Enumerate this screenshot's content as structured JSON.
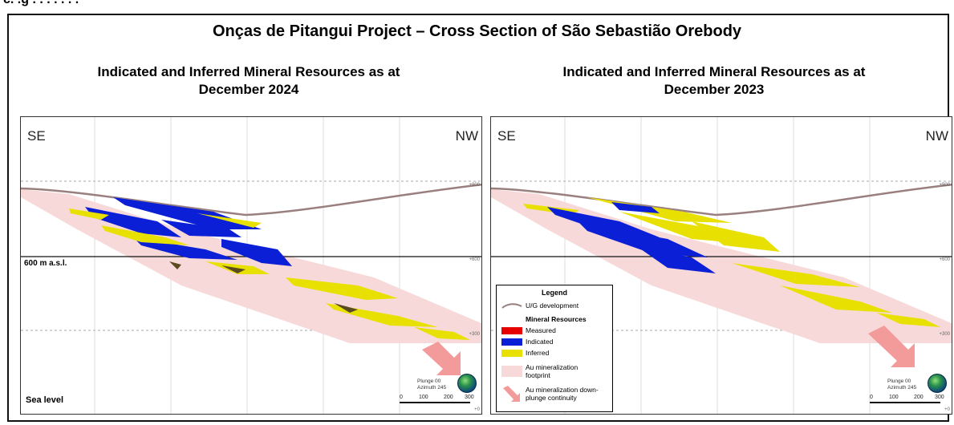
{
  "top_fragment": "c. .g . . . . . . .",
  "title": "Onças de Pitangui Project – Cross Section of São Sebastião Orebody",
  "panels": [
    {
      "title_line1": "Indicated and Inferred Mineral Resources as at",
      "title_line2": "December 2024",
      "dir_left": "SE",
      "dir_right": "NW",
      "elevation_label": "600 m a.s.l.",
      "sea_label": "Sea level",
      "elev_ticks": [
        "+900",
        "+600",
        "+300",
        "+0"
      ],
      "plunge": "Plunge 00",
      "azimuth": "Azimuth 245",
      "scale": [
        "0",
        "100",
        "200",
        "300"
      ]
    },
    {
      "title_line1": "Indicated and Inferred Mineral Resources as at",
      "title_line2": "December 2023",
      "dir_left": "SE",
      "dir_right": "NW",
      "elev_ticks": [
        "+900",
        "+600",
        "+300",
        "+0"
      ],
      "plunge": "Plunge 00",
      "azimuth": "Azimuth 245",
      "scale": [
        "0",
        "100",
        "200",
        "300"
      ]
    }
  ],
  "legend": {
    "title": "Legend",
    "ug_development": "U/G development",
    "mineral_resources": "Mineral Resources",
    "measured": "Measured",
    "indicated": "Indicated",
    "inferred": "Inferred",
    "footprint_line1": "Au mineralization",
    "footprint_line2": "footprint",
    "continuity_line1": "Au mineralization down-",
    "continuity_line2": "plunge continuity"
  },
  "colors": {
    "measured": "#e60000",
    "indicated": "#0a1fd6",
    "inferred": "#e8e000",
    "footprint": "#f7d9d9",
    "ug_development": "#9a7f7f",
    "arrow": "#f39a9a"
  }
}
